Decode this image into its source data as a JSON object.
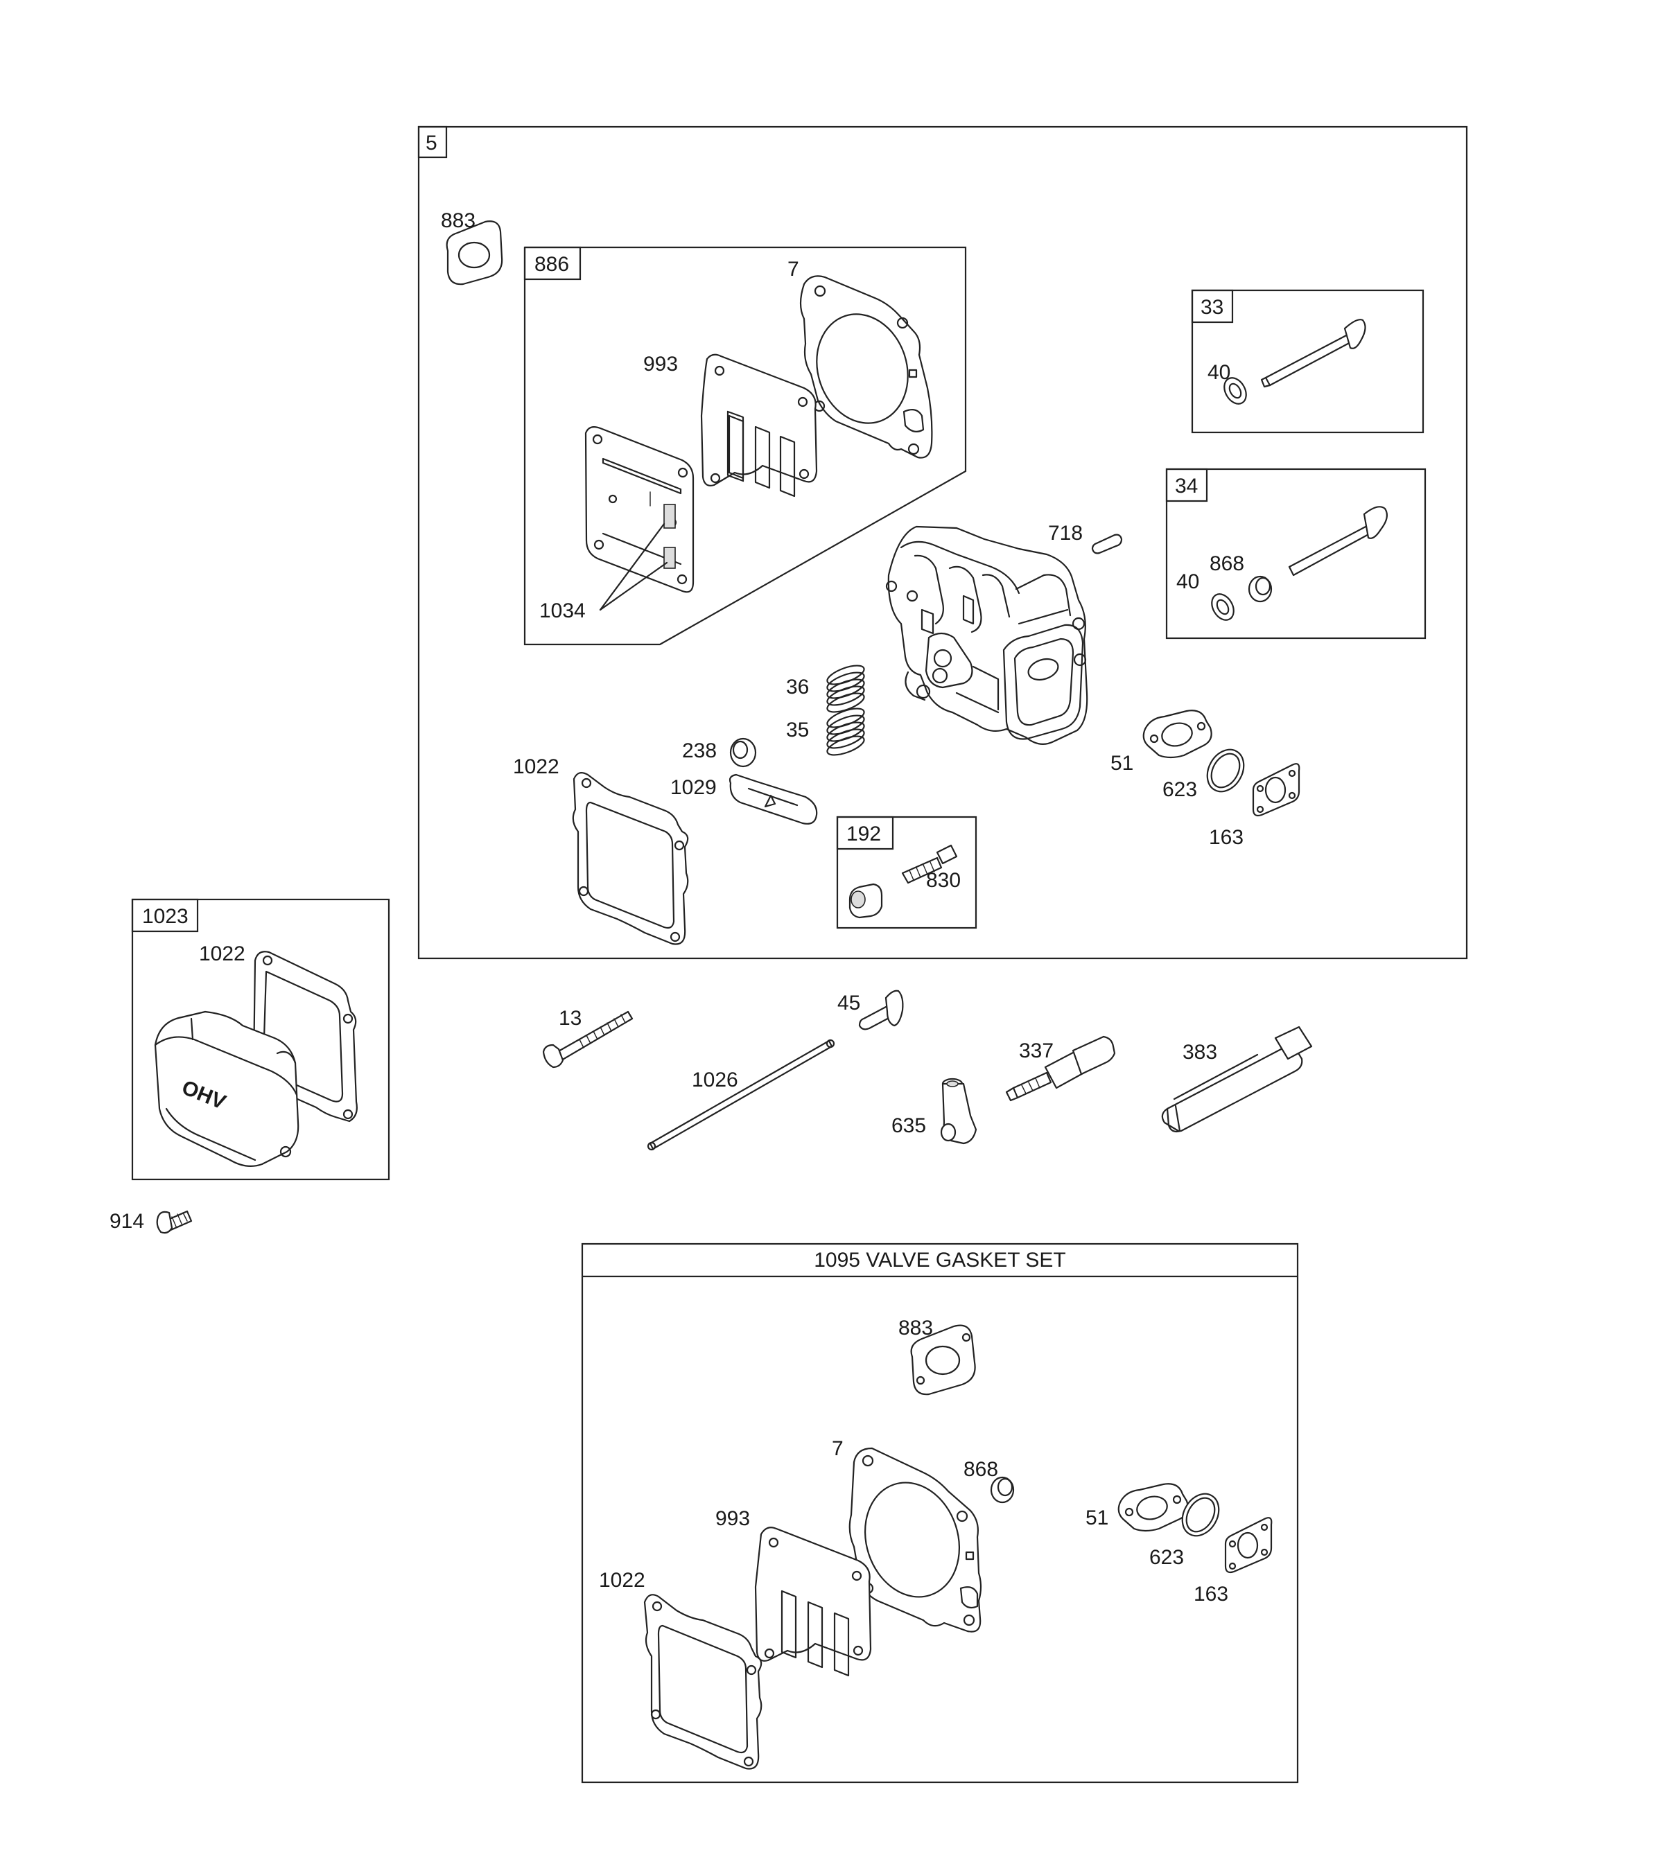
{
  "groups": {
    "g5": "5",
    "g886": "886",
    "g33": "33",
    "g34": "34",
    "g192": "192",
    "g1023": "1023",
    "g1095": "1095 VALVE GASKET SET"
  },
  "callouts": {
    "c883a": "883",
    "c7a": "7",
    "c993a": "993",
    "c1034": "1034",
    "c40a": "40",
    "c718": "718",
    "c40b": "40",
    "c868a": "868",
    "c36": "36",
    "c35": "35",
    "c238": "238",
    "c1022a": "1022",
    "c1029": "1029",
    "c51a": "51",
    "c623a": "623",
    "c163a": "163",
    "c830": "830",
    "c1022b": "1022",
    "c914": "914",
    "c13": "13",
    "c45": "45",
    "c1026": "1026",
    "c337": "337",
    "c383": "383",
    "c635": "635",
    "c883b": "883",
    "c7b": "7",
    "c868b": "868",
    "c993b": "993",
    "c51b": "51",
    "c623b": "623",
    "c163b": "163",
    "c1022c": "1022"
  },
  "cover_lettering": "OHV"
}
